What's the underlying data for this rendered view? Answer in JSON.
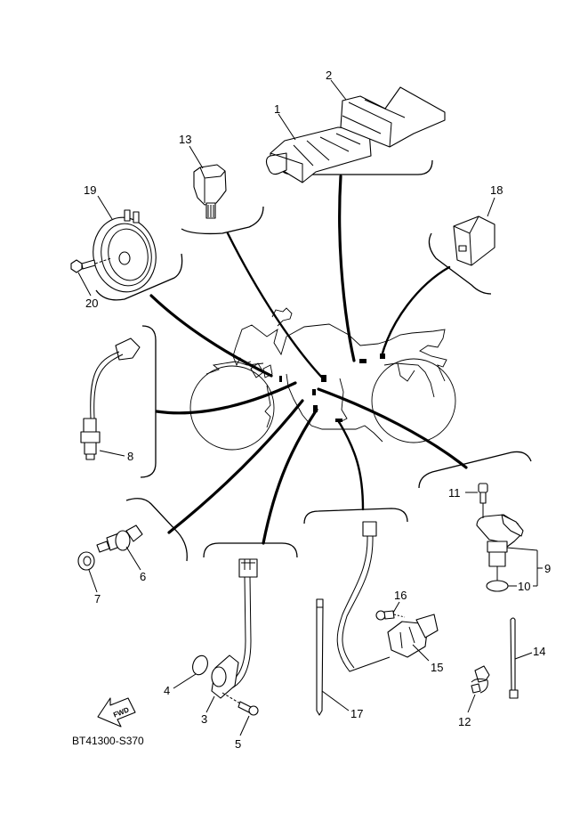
{
  "diagram": {
    "title_code": "BT41300-S370",
    "direction_marker": "FWD",
    "parts": [
      {
        "no": "1",
        "name": "ecu-unit"
      },
      {
        "no": "2",
        "name": "ecu-cover-bracket"
      },
      {
        "no": "3",
        "name": "neutral-switch-sensor"
      },
      {
        "no": "4",
        "name": "o-ring-small"
      },
      {
        "no": "5",
        "name": "bolt-sensor"
      },
      {
        "no": "6",
        "name": "temperature-sensor"
      },
      {
        "no": "7",
        "name": "gasket-washer"
      },
      {
        "no": "8",
        "name": "oxygen-sensor"
      },
      {
        "no": "9",
        "name": "crank-position-sensor-assembly"
      },
      {
        "no": "10",
        "name": "o-ring"
      },
      {
        "no": "11",
        "name": "sensor-bolt"
      },
      {
        "no": "12",
        "name": "clamp"
      },
      {
        "no": "13",
        "name": "relay"
      },
      {
        "no": "14",
        "name": "cable-tie"
      },
      {
        "no": "15",
        "name": "lean-angle-sensor"
      },
      {
        "no": "16",
        "name": "screw"
      },
      {
        "no": "17",
        "name": "long-cable-tie"
      },
      {
        "no": "18",
        "name": "flasher-relay"
      },
      {
        "no": "19",
        "name": "horn"
      },
      {
        "no": "20",
        "name": "horn-bolt"
      }
    ]
  }
}
